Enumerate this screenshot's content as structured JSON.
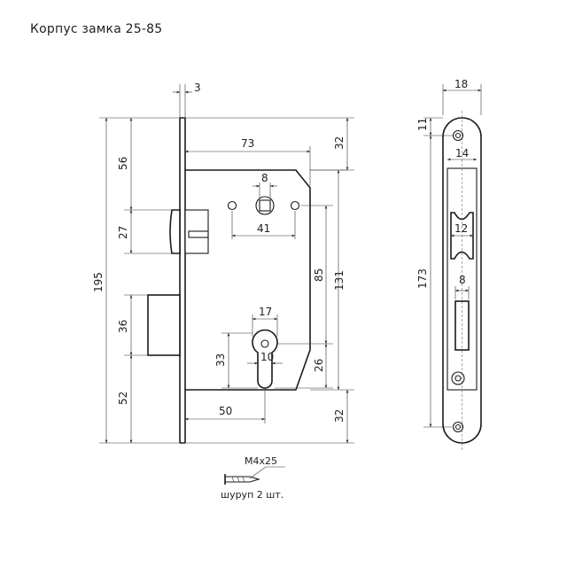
{
  "title": "Корпус замка 25-85",
  "dimensions": {
    "d3": "3",
    "d73": "73",
    "d8_top": "8",
    "d41": "41",
    "d32_top": "32",
    "d56": "56",
    "d27": "27",
    "d195": "195",
    "d36": "36",
    "d52": "52",
    "d85": "85",
    "d131": "131",
    "d17": "17",
    "d33": "33",
    "d10": "10",
    "d26": "26",
    "d50": "50",
    "d32_bottom": "32",
    "d18": "18",
    "d11": "11",
    "d14": "14",
    "d173": "173",
    "d12": "12",
    "d8_side": "8"
  },
  "screw": {
    "size": "M4x25",
    "caption": "шуруп 2 шт."
  }
}
